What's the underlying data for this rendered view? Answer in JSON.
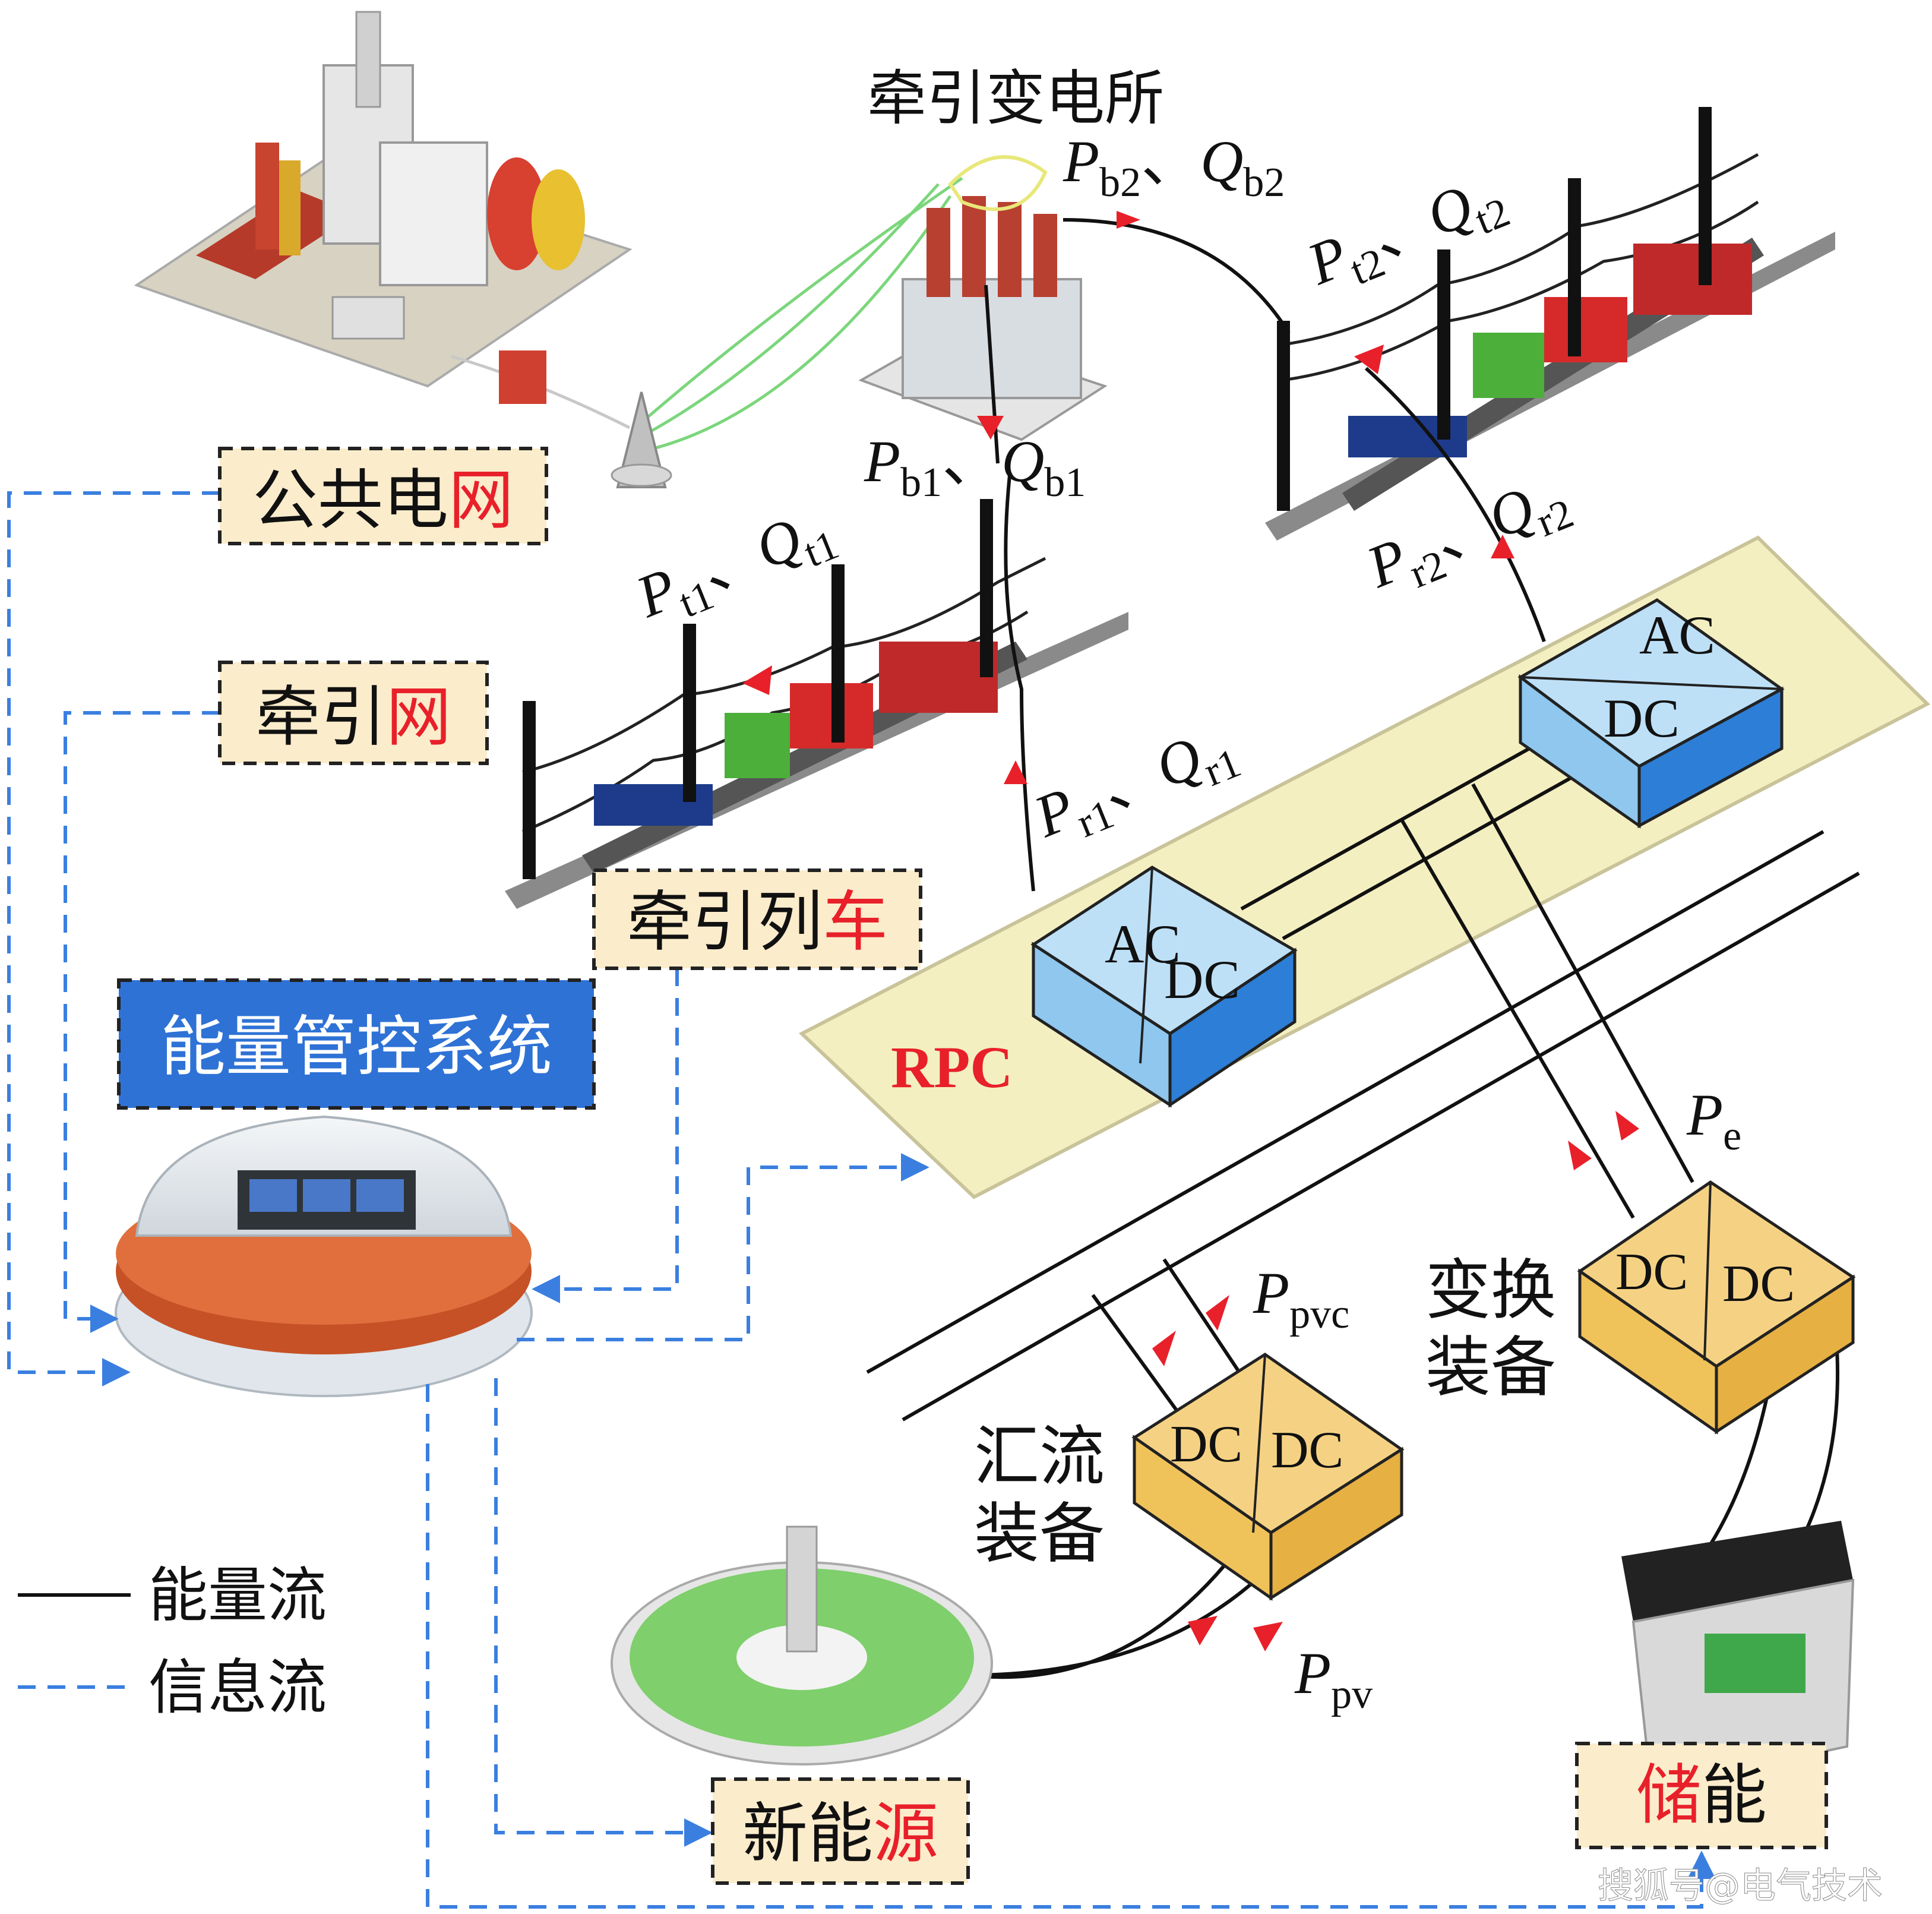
{
  "labels": {
    "substation": "牵引变电所",
    "public_grid": {
      "part1": "公共电",
      "part2": "网"
    },
    "traction_net": {
      "part1": "牵引",
      "part2": "网"
    },
    "traction_train": {
      "part1": "牵引列",
      "part2": "车"
    },
    "ems": "能量管控系统",
    "new_energy": {
      "part1": "新能",
      "part2": "源"
    },
    "storage": {
      "part1": "储",
      "part2": "能"
    },
    "rpc": "RPC",
    "converter_equipment": {
      "line1": "变换",
      "line2": "装备"
    },
    "combiner_equipment": {
      "line1": "汇流",
      "line2": "装备"
    },
    "watermark": "搜狐号@电气技术"
  },
  "converters": {
    "rpc1": {
      "top": "AC",
      "bottom": "DC"
    },
    "rpc2": {
      "top": "AC",
      "bottom": "DC"
    },
    "storage": {
      "top": "DC",
      "bottom": "DC"
    },
    "pv": {
      "top": "DC",
      "bottom": "DC"
    }
  },
  "power_flows": {
    "b2": {
      "P": "P",
      "P_sub": "b2",
      "sep": "、",
      "Q": "Q",
      "Q_sub": "b2"
    },
    "b1": {
      "P": "P",
      "P_sub": "b1",
      "sep": "、",
      "Q": "Q",
      "Q_sub": "b1"
    },
    "t1": {
      "P": "P",
      "P_sub": "t1",
      "sep": "、",
      "Q": "Q",
      "Q_sub": "t1"
    },
    "t2": {
      "P": "P",
      "P_sub": "t2",
      "sep": "、",
      "Q": "Q",
      "Q_sub": "t2"
    },
    "r1": {
      "P": "P",
      "P_sub": "r1",
      "sep": "、",
      "Q": "Q",
      "Q_sub": "r1"
    },
    "r2": {
      "P": "P",
      "P_sub": "r2",
      "sep": "、",
      "Q": "Q",
      "Q_sub": "r2"
    },
    "e": {
      "P": "P",
      "P_sub": "e"
    },
    "pvc": {
      "P": "P",
      "P_sub": "pvc"
    },
    "pv": {
      "P": "P",
      "P_sub": "pv"
    }
  },
  "legend": {
    "energy_flow": "能量流",
    "info_flow": "信息流"
  },
  "colors": {
    "info_line": "#3a7fe0",
    "energy_line": "#111111",
    "arrow_red": "#e8202a",
    "label_box_fill": "#fbeccb",
    "ems_fill": "#2e72d6",
    "rpc_platform": "#f3efc0",
    "ac_dc_box": "#a9d4f2",
    "dc_dc_box": "#f3c766"
  }
}
